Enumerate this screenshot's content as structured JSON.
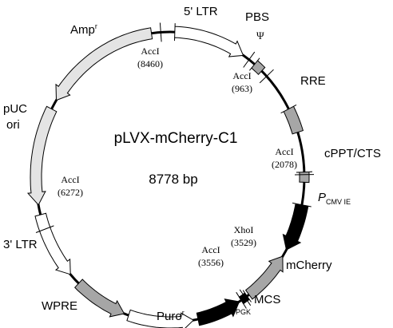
{
  "plasmid": {
    "name": "pLVX-mCherry-C1",
    "size": "8778 bp"
  },
  "features": {
    "ltr5": "5' LTR",
    "pbs": "PBS",
    "psi": "Ψ",
    "rre": "RRE",
    "cppt": "cPPT/CTS",
    "pcmv_main": "P",
    "pcmv_sub": "CMV IE",
    "mcherry": "mCherry",
    "mcs": "MCS",
    "ppgk_main": "P",
    "ppgk_sub": "PGK",
    "puro_main": "Puro",
    "puro_sup": "r",
    "wpre": "WPRE",
    "ltr3": "3' LTR",
    "puc_line1": "pUC",
    "puc_line2": "ori",
    "amp_main": "Amp",
    "amp_sup": "r"
  },
  "sites": {
    "acc8460_name": "AccI",
    "acc8460_pos": "(8460)",
    "acc963_name": "AccI",
    "acc963_pos": "(963)",
    "acc2078_name": "AccI",
    "acc2078_pos": "(2078)",
    "xho_name": "XhoI",
    "xho_pos": "(3529)",
    "acc3556_name": "AccI",
    "acc3556_pos": "(3556)",
    "acc6272_name": "AccI",
    "acc6272_pos": "(6272)"
  },
  "colors": {
    "white_fill": "#ffffff",
    "light_fill": "#e4e4e4",
    "gray_fill": "#a6a6a6",
    "black_fill": "#000000",
    "outline": "#000000"
  }
}
